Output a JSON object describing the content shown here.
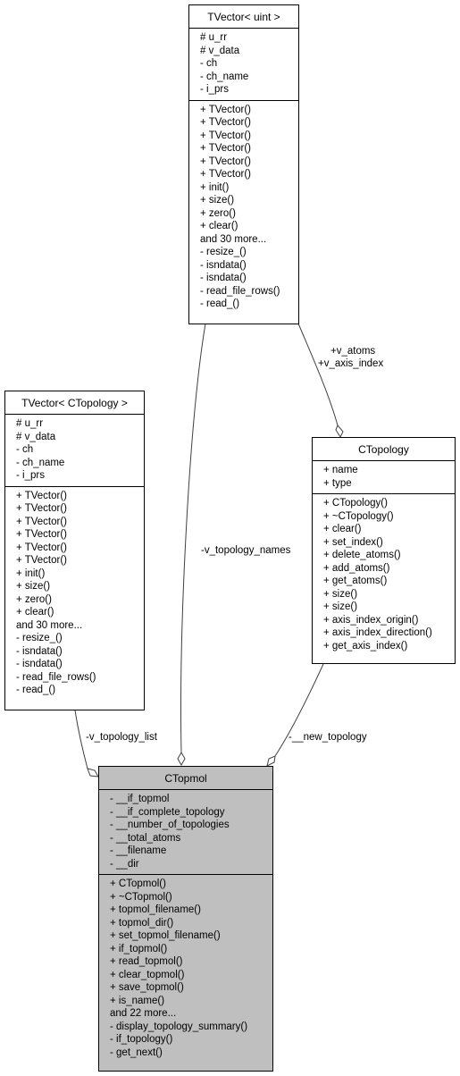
{
  "classes": {
    "tvector_uint": {
      "title": "TVector< uint >",
      "attributes": [
        "# u_rr",
        "# v_data",
        "- ch",
        "- ch_name",
        "- i_prs"
      ],
      "methods": [
        "+ TVector()",
        "+ TVector()",
        "+ TVector()",
        "+ TVector()",
        "+ TVector()",
        "+ TVector()",
        "+ init()",
        "+ size()",
        "+ zero()",
        "+ clear()",
        "and 30 more...",
        "- resize_()",
        "- isndata()",
        "- isndata()",
        "- read_file_rows()",
        "- read_()"
      ]
    },
    "tvector_ctopology": {
      "title": "TVector< CTopology >",
      "attributes": [
        "# u_rr",
        "# v_data",
        "- ch",
        "- ch_name",
        "- i_prs"
      ],
      "methods": [
        "+ TVector()",
        "+ TVector()",
        "+ TVector()",
        "+ TVector()",
        "+ TVector()",
        "+ TVector()",
        "+ init()",
        "+ size()",
        "+ zero()",
        "+ clear()",
        "and 30 more...",
        "- resize_()",
        "- isndata()",
        "- isndata()",
        "- read_file_rows()",
        "- read_()"
      ]
    },
    "ctopology": {
      "title": "CTopology",
      "attributes": [
        "+ name",
        "+ type"
      ],
      "methods": [
        "+ CTopology()",
        "+ ~CTopology()",
        "+ clear()",
        "+ set_index()",
        "+ delete_atoms()",
        "+ add_atoms()",
        "+ get_atoms()",
        "+ size()",
        "+ size()",
        "+ axis_index_origin()",
        "+ axis_index_direction()",
        "+ get_axis_index()"
      ]
    },
    "ctopmol": {
      "title": "CTopmol",
      "attributes": [
        "- __if_topmol",
        "- __if_complete_topology",
        "- __number_of_topologies",
        "- __total_atoms",
        "- __filename",
        "- __dir"
      ],
      "methods": [
        "+ CTopmol()",
        "+ ~CTopmol()",
        "+ topmol_filename()",
        "+ topmol_dir()",
        "+ set_topmol_filename()",
        "+ if_topmol()",
        "+ read_topmol()",
        "+ clear_topmol()",
        "+ save_topmol()",
        "+ is_name()",
        "and 22 more...",
        "- display_topology_summary()",
        "- if_topology()",
        "- get_next()"
      ]
    }
  },
  "edges": {
    "v_atoms": "+v_atoms",
    "v_axis_index": "+v_axis_index",
    "v_topology_names": "-v_topology_names",
    "v_topology_list": "-v_topology_list",
    "new_topology": "-__new_topology"
  }
}
